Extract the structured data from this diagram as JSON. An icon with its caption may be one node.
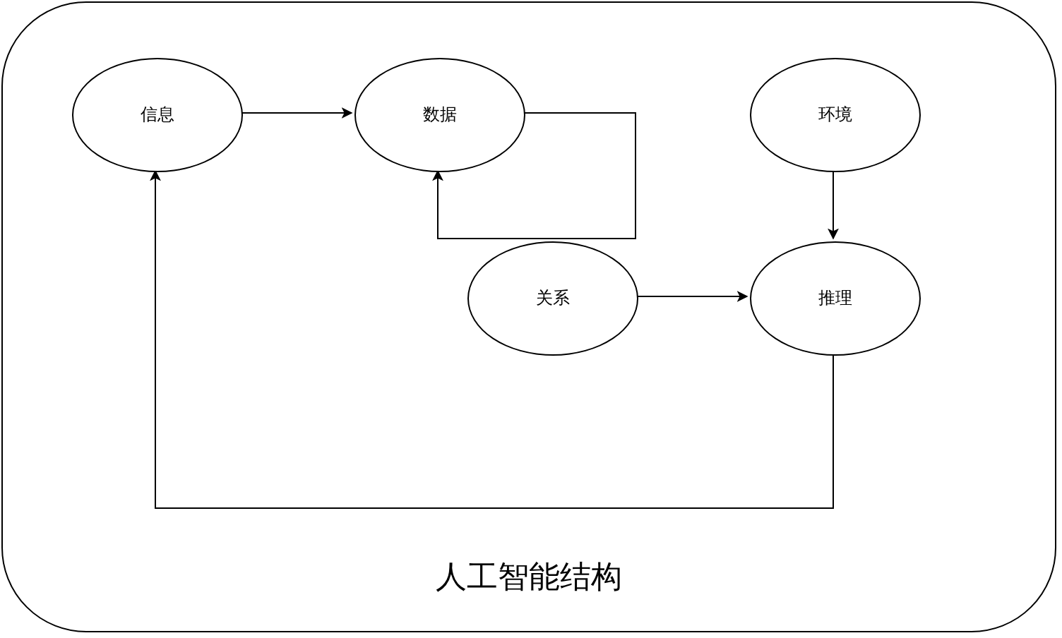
{
  "diagram": {
    "nodes": [
      {
        "text": [
          "人工智能结构"
        ]
      },
      {
        "text": [
          "信息"
        ],
        "in": 0
      },
      {
        "text": [
          "数据"
        ],
        "in": 0
      },
      {
        "text": [
          "环境"
        ],
        "in": 0
      },
      {
        "text": [
          "关系"
        ],
        "in": 0
      },
      {
        "text": [
          "推理"
        ],
        "in": 0
      }
    ],
    "edges": [
      {
        "from": 1,
        "to": 2,
        "arrow": "to"
      },
      {
        "from": 2,
        "to": 2,
        "arrow": "to"
      },
      {
        "from": 3,
        "to": 5,
        "arrow": "to"
      },
      {
        "from": 4,
        "to": 5,
        "arrow": "to"
      },
      {
        "from": 5,
        "to": 1,
        "arrow": "to"
      }
    ]
  }
}
